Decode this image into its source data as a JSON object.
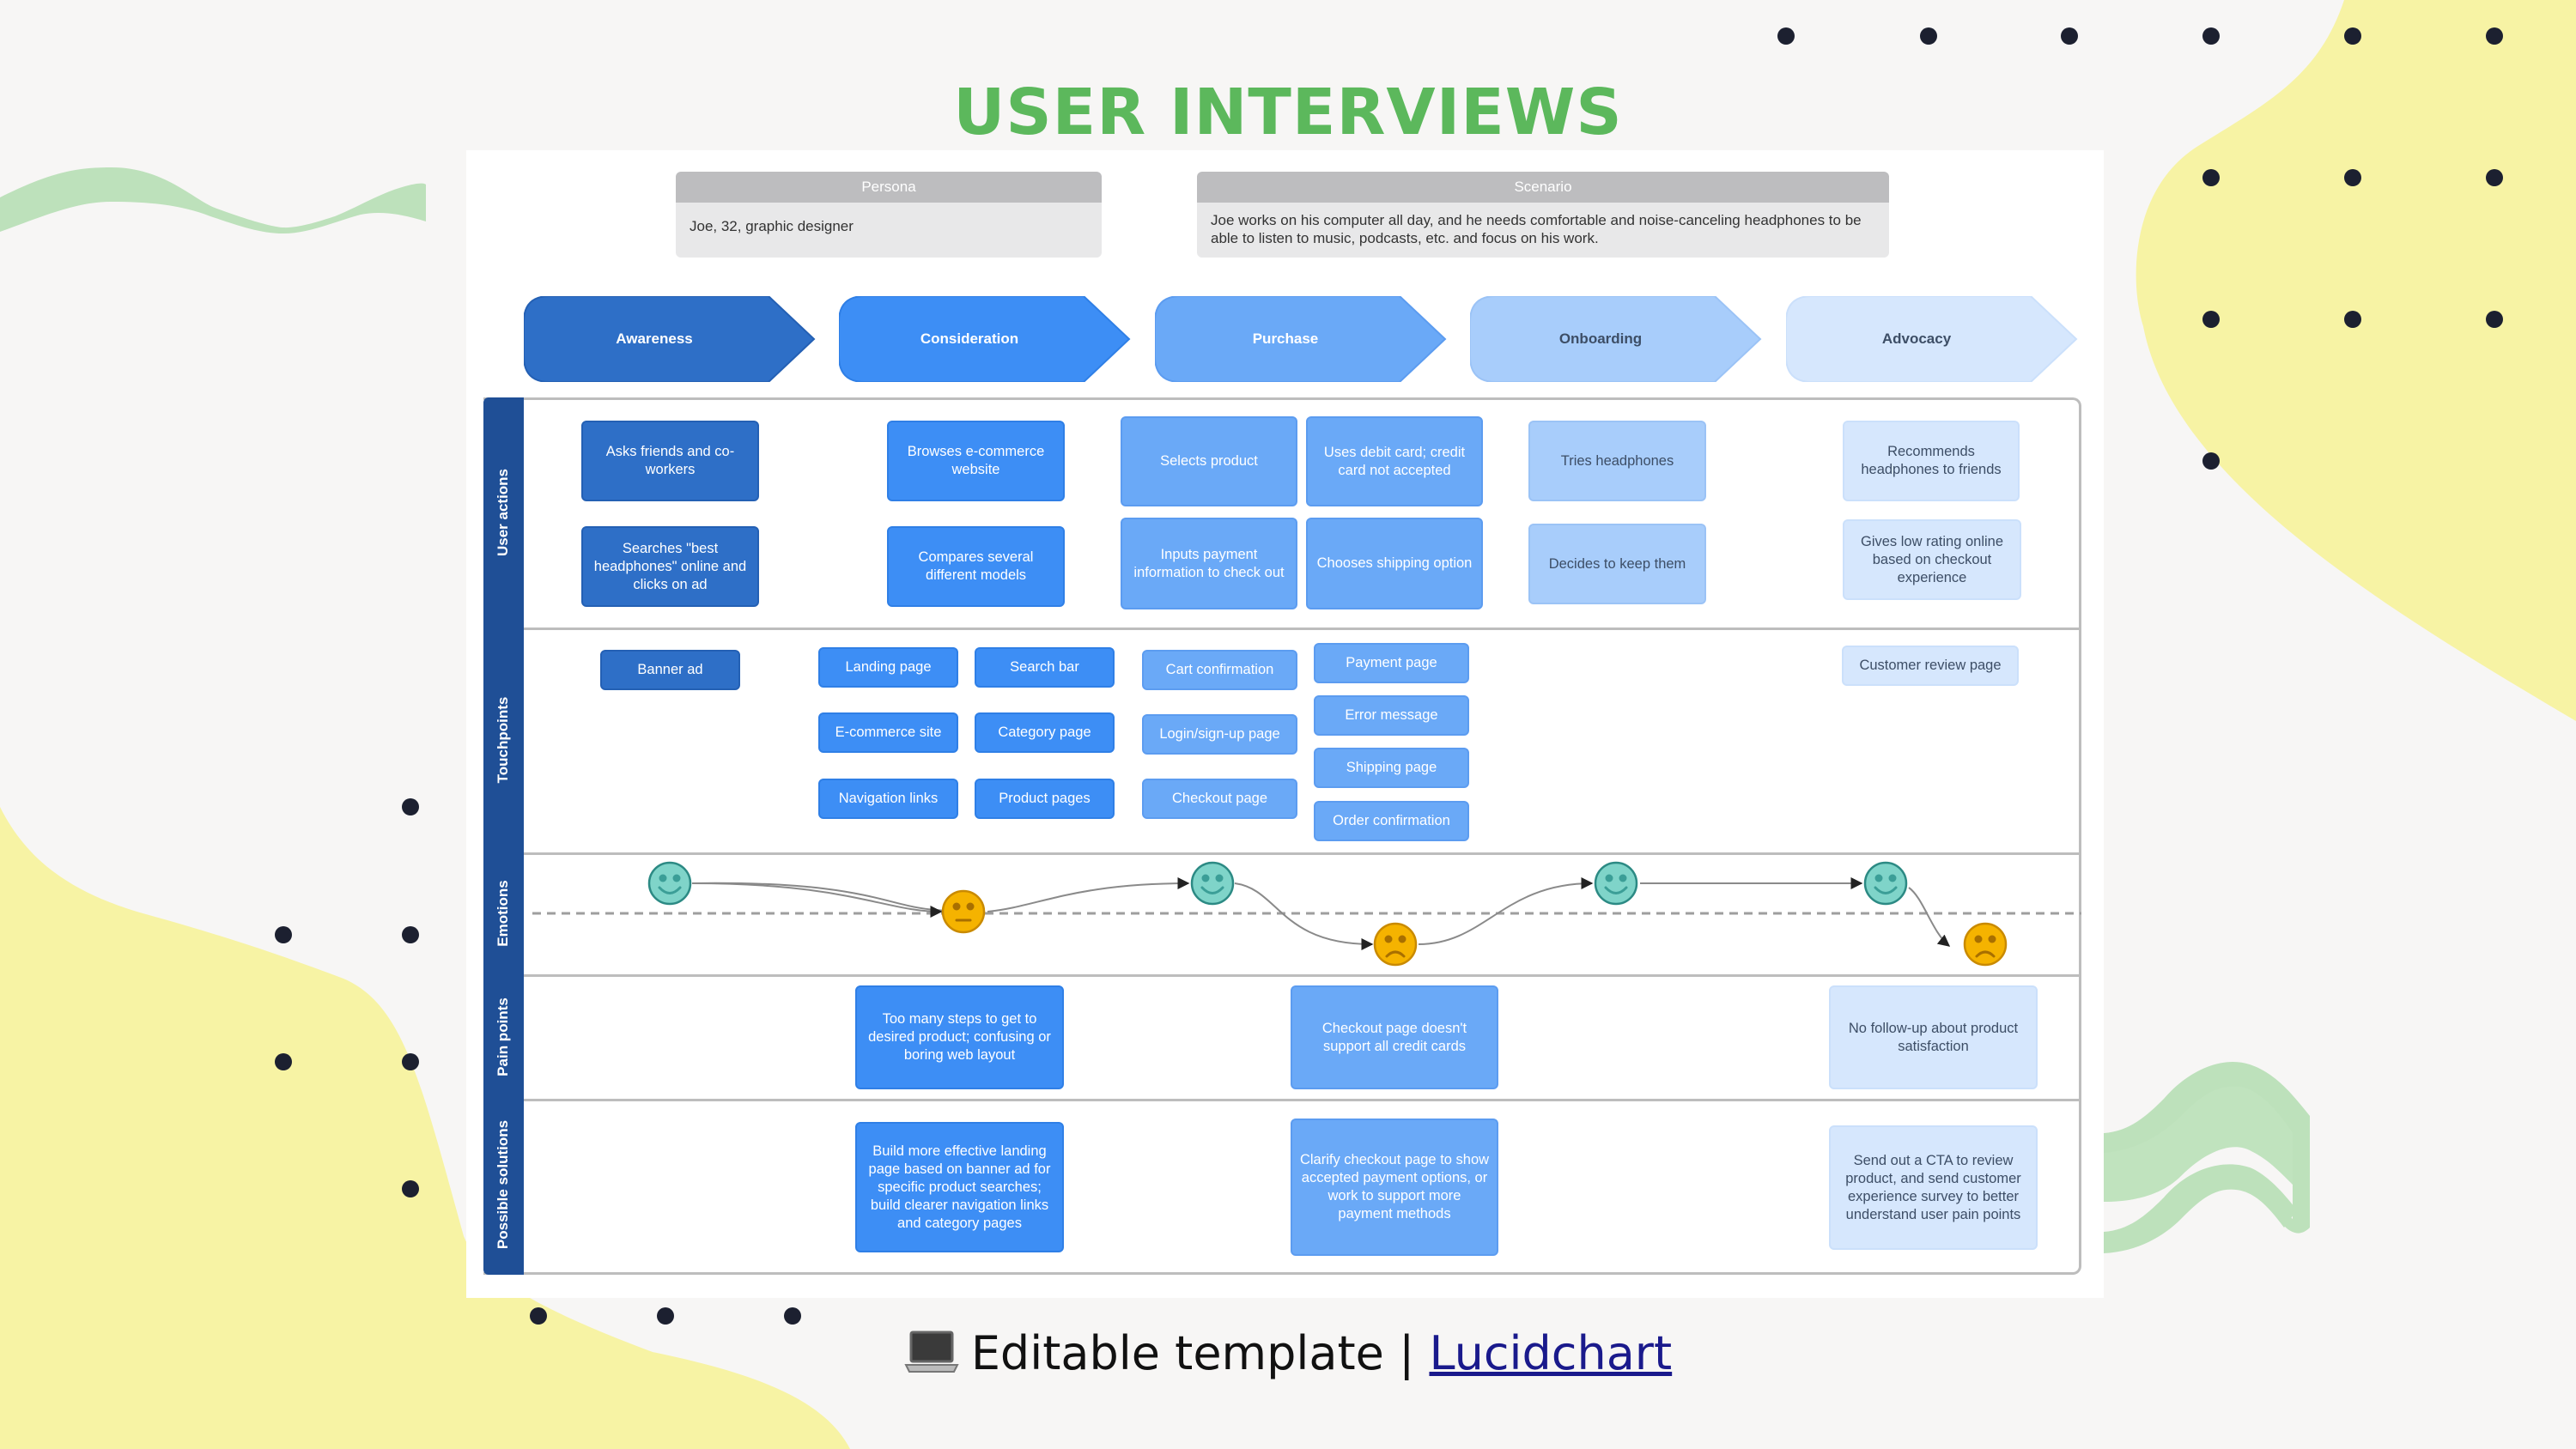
{
  "page": {
    "title": "USER INTERVIEWS",
    "caption": {
      "icon": "laptop-icon",
      "text": "Editable template",
      "separator": "|",
      "link_label": "Lucidchart"
    }
  },
  "colors": {
    "title_green": "#5cb85c",
    "lane_bar": "#1f4f96",
    "stage_awareness": "#2e6fc7",
    "stage_consideration": "#3d8ef5",
    "stage_purchase": "#6aa9f7",
    "stage_onboarding": "#a8cdfb",
    "stage_advocacy": "#d6e7fd",
    "happy_face": "#7fd4c9",
    "neutral_face": "#f5b300",
    "sad_face": "#f5b300",
    "blob_yellow": "#f7f3a4",
    "wave_green": "#bde1bb"
  },
  "persona": {
    "header": "Persona",
    "text": "Joe, 32, graphic designer"
  },
  "scenario": {
    "header": "Scenario",
    "text": "Joe works on his computer all day, and he needs comfortable and noise-canceling headphones to be able to listen to music, podcasts, etc. and focus on his work."
  },
  "stages": [
    {
      "label": "Awareness"
    },
    {
      "label": "Consideration"
    },
    {
      "label": "Purchase"
    },
    {
      "label": "Onboarding"
    },
    {
      "label": "Advocacy"
    }
  ],
  "lanes": [
    {
      "label": "User actions"
    },
    {
      "label": "Touchpoints"
    },
    {
      "label": "Emotions"
    },
    {
      "label": "Pain points"
    },
    {
      "label": "Possible solutions"
    }
  ],
  "user_actions": {
    "awareness": [
      "Asks friends and co-workers",
      "Searches \"best headphones\" online and clicks on ad"
    ],
    "consideration": [
      "Browses e-commerce website",
      "Compares several different models"
    ],
    "purchase": [
      "Selects product",
      "Uses debit card; credit card not accepted",
      "Inputs payment information to check out",
      "Chooses shipping option"
    ],
    "onboarding": [
      "Tries headphones",
      "Decides to keep them"
    ],
    "advocacy": [
      "Recommends headphones to friends",
      "Gives low rating online based on checkout experience"
    ]
  },
  "touchpoints": {
    "awareness": [
      "Banner ad"
    ],
    "consideration": [
      "Landing page",
      "Search bar",
      "E-commerce site",
      "Category page",
      "Navigation links",
      "Product pages"
    ],
    "purchase": [
      "Cart confirmation",
      "Login/sign-up page",
      "Checkout page",
      "Payment page",
      "Error message",
      "Shipping page",
      "Order confirmation"
    ],
    "onboarding": [],
    "advocacy": [
      "Customer review page"
    ]
  },
  "emotions": [
    {
      "stage": "Awareness",
      "mood": "happy"
    },
    {
      "stage": "Consideration",
      "mood": "neutral"
    },
    {
      "stage": "Purchase",
      "mood": "happy"
    },
    {
      "stage": "Purchase",
      "mood": "sad"
    },
    {
      "stage": "Onboarding",
      "mood": "happy"
    },
    {
      "stage": "Advocacy",
      "mood": "happy"
    },
    {
      "stage": "Advocacy",
      "mood": "sad"
    }
  ],
  "pain_points": {
    "consideration": "Too many steps to get to desired product; confusing or boring web layout",
    "purchase": "Checkout page doesn't support all credit cards",
    "advocacy": "No follow-up about product satisfaction"
  },
  "possible_solutions": {
    "consideration": "Build more effective landing page based on banner ad for specific product searches; build clearer navigation links and category pages",
    "purchase": "Clarify checkout page to show accepted payment options, or work to support more payment methods",
    "advocacy": "Send out a CTA to review product, and send customer experience survey to better understand user pain points"
  }
}
